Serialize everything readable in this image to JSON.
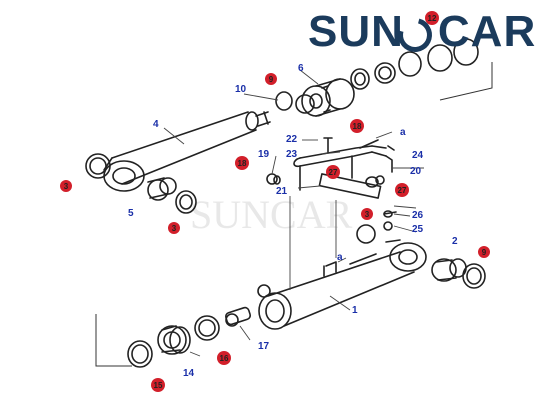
{
  "brand": {
    "logo_left": "SUN",
    "logo_right": "CAR",
    "watermark": "SUNCAR",
    "logo_color": "#1b3b5c"
  },
  "colors": {
    "label_blue": "#1a2fa8",
    "badge_red": "#d21f2a"
  },
  "labels": [
    {
      "id": "l1",
      "text": "1"
    },
    {
      "id": "l2",
      "text": "2"
    },
    {
      "id": "l4",
      "text": "4"
    },
    {
      "id": "l5",
      "text": "5"
    },
    {
      "id": "l6",
      "text": "6"
    },
    {
      "id": "l10",
      "text": "10"
    },
    {
      "id": "l14",
      "text": "14"
    },
    {
      "id": "l17",
      "text": "17"
    },
    {
      "id": "l19",
      "text": "19"
    },
    {
      "id": "l20",
      "text": "20"
    },
    {
      "id": "l21",
      "text": "21"
    },
    {
      "id": "l22",
      "text": "22"
    },
    {
      "id": "l23",
      "text": "23"
    },
    {
      "id": "l24",
      "text": "24"
    },
    {
      "id": "l25",
      "text": "25"
    },
    {
      "id": "l26",
      "text": "26"
    },
    {
      "id": "la1",
      "text": "a"
    },
    {
      "id": "la2",
      "text": "a"
    }
  ],
  "badges": [
    {
      "id": "b3a",
      "text": "3"
    },
    {
      "id": "b3b",
      "text": "3"
    },
    {
      "id": "b3c",
      "text": "3"
    },
    {
      "id": "b9a",
      "text": "9"
    },
    {
      "id": "b9b",
      "text": "9"
    },
    {
      "id": "b12",
      "text": "12"
    },
    {
      "id": "b15",
      "text": "15"
    },
    {
      "id": "b16",
      "text": "16"
    },
    {
      "id": "b18a",
      "text": "18"
    },
    {
      "id": "b18b",
      "text": "18"
    },
    {
      "id": "b27a",
      "text": "27"
    },
    {
      "id": "b27b",
      "text": "27"
    }
  ]
}
